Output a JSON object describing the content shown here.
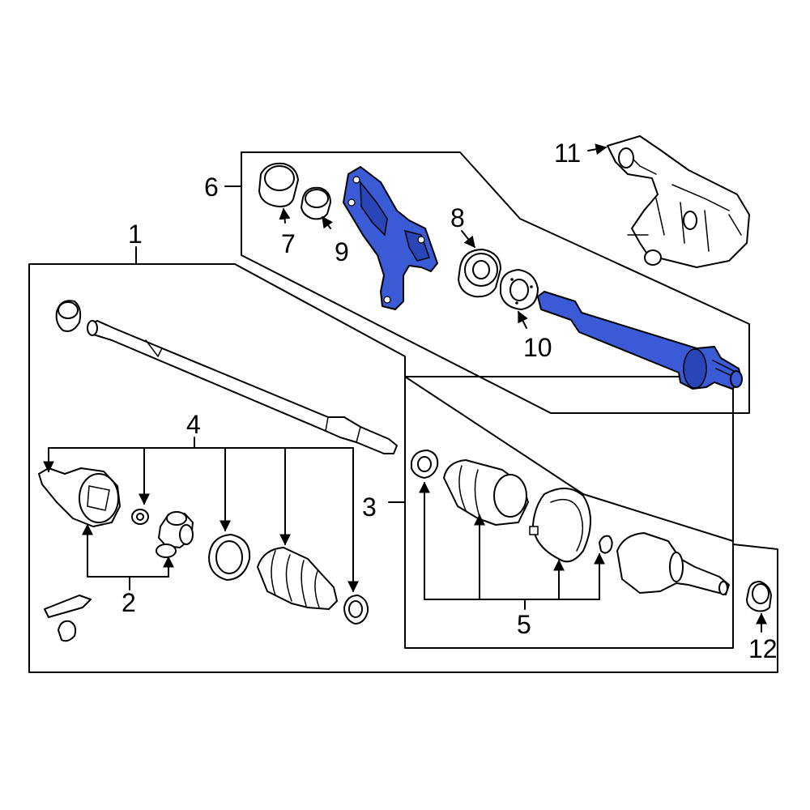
{
  "callouts": {
    "c1": "1",
    "c2": "2",
    "c3": "3",
    "c4": "4",
    "c5": "5",
    "c6": "6",
    "c7": "7",
    "c8": "8",
    "c9": "9",
    "c10": "10",
    "c11": "11",
    "c12": "12"
  },
  "colors": {
    "highlight": "#3b5bd6",
    "line": "#000000",
    "background": "#ffffff"
  }
}
